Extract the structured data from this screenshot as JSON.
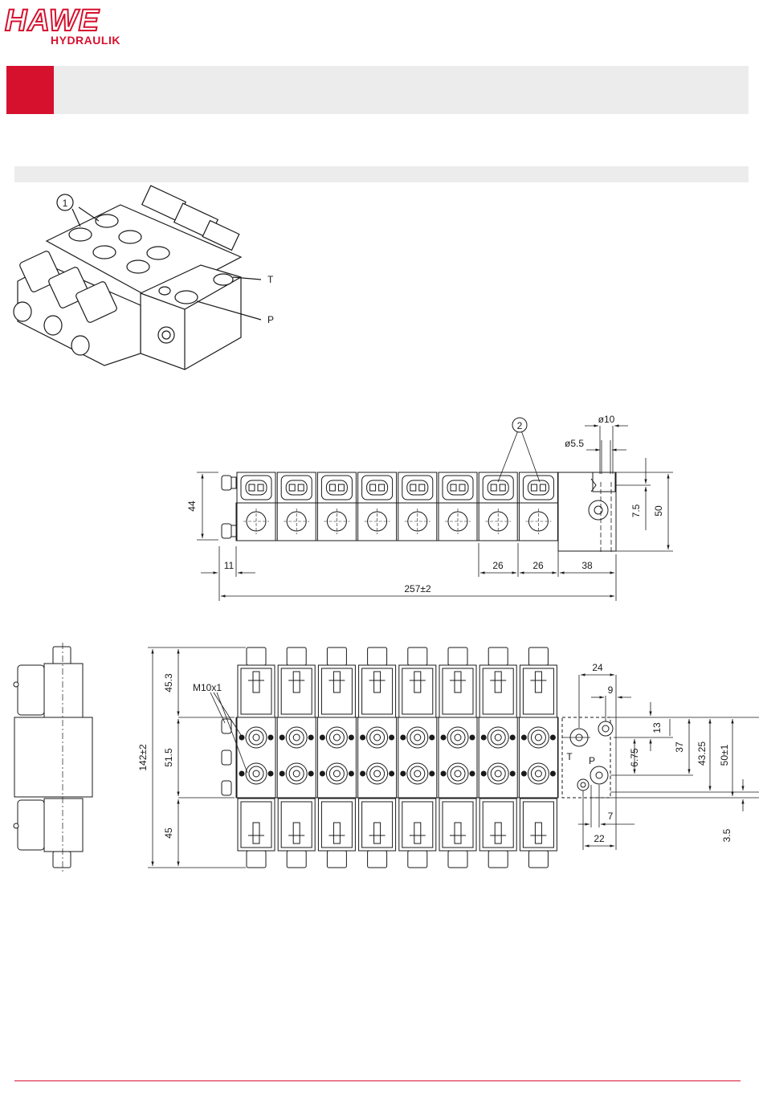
{
  "brand": {
    "logo_text": "HAWE",
    "logo_subtext": "HYDRAULIK",
    "accent_color": "#d6112e"
  },
  "iso_view": {
    "callout": "1",
    "port_t": "T",
    "port_p": "P"
  },
  "front_view": {
    "callout": "2",
    "dim_height": "44",
    "dim_offset": "11",
    "dim_pitch_1": "26",
    "dim_pitch_2": "26",
    "dim_end": "38",
    "dim_total": "257±2",
    "dim_bore_large": "ø10",
    "dim_bore_small": "ø5.5",
    "dim_port_height": "7.5",
    "dim_block_height": "50"
  },
  "plan_view": {
    "thread_label": "M10x1",
    "dim_top": "45.3",
    "dim_mid": "51.5",
    "dim_bottom": "45",
    "dim_overall": "142±2",
    "dim_w24": "24",
    "dim_w9": "9",
    "dim_h13": "13",
    "dim_h37": "37",
    "dim_h43": "43.25",
    "dim_h50": "50±1",
    "dim_h675": "6.75",
    "dim_w7": "7",
    "dim_w22": "22",
    "dim_h35": "3.5",
    "port_t": "T",
    "port_p": "P"
  }
}
